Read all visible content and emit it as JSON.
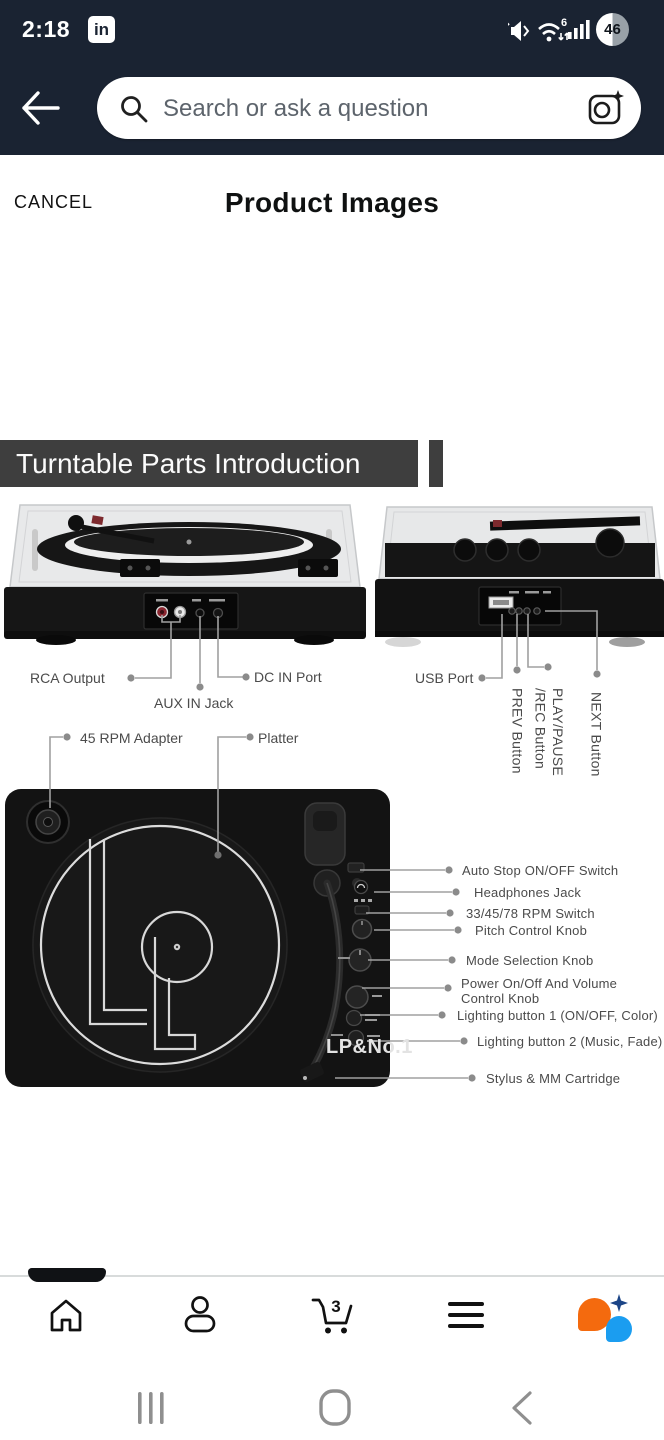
{
  "status_bar": {
    "time": "2:18",
    "linkedin_badge": "in",
    "wifi_standard": "6",
    "battery_percent": "46"
  },
  "nav_header": {
    "search_placeholder": "Search or ask a question"
  },
  "page_header": {
    "cancel_label": "CANCEL",
    "title": "Product Images"
  },
  "diagram": {
    "banner_title": "Turntable Parts Introduction",
    "brand": "LP&No.1",
    "labels": {
      "rca": "RCA Output",
      "aux": "AUX IN Jack",
      "dc": "DC IN Port",
      "usb": "USB Port",
      "prev": "PREV Button",
      "play_rec": "PLAY/PAUSE /REC Button",
      "next": "NEXT Button",
      "adapter": "45 RPM Adapter",
      "platter": "Platter",
      "right": [
        "Auto Stop ON/OFF Switch",
        "Headphones Jack",
        "33/45/78 RPM Switch",
        "Pitch Control Knob",
        "Mode Selection Knob",
        "Power On/Off And Volume Control Knob",
        "Lighting button 1 (ON/OFF, Color)",
        "Lighting button 2 (Music, Fade)",
        "Stylus & MM Cartridge"
      ]
    }
  },
  "bottom_nav": {
    "cart_count": "3"
  },
  "colors": {
    "header_bg": "#1a2332",
    "banner_bg": "#3e3e3e",
    "rufus_orange": "#f46a0e",
    "rufus_blue": "#1b9df0",
    "rufus_sparkle": "#1c4587"
  },
  "icons": {
    "status_right": [
      "vibrate-icon",
      "wifi-icon",
      "signal-icon",
      "battery-icon"
    ],
    "search": [
      "search-icon",
      "camera-lens-icon"
    ],
    "bottom_nav": [
      "home-icon",
      "profile-icon",
      "cart-icon",
      "menu-icon",
      "rufus-icon"
    ],
    "android_nav": [
      "recents-icon",
      "home-pill-icon",
      "back-icon"
    ]
  }
}
